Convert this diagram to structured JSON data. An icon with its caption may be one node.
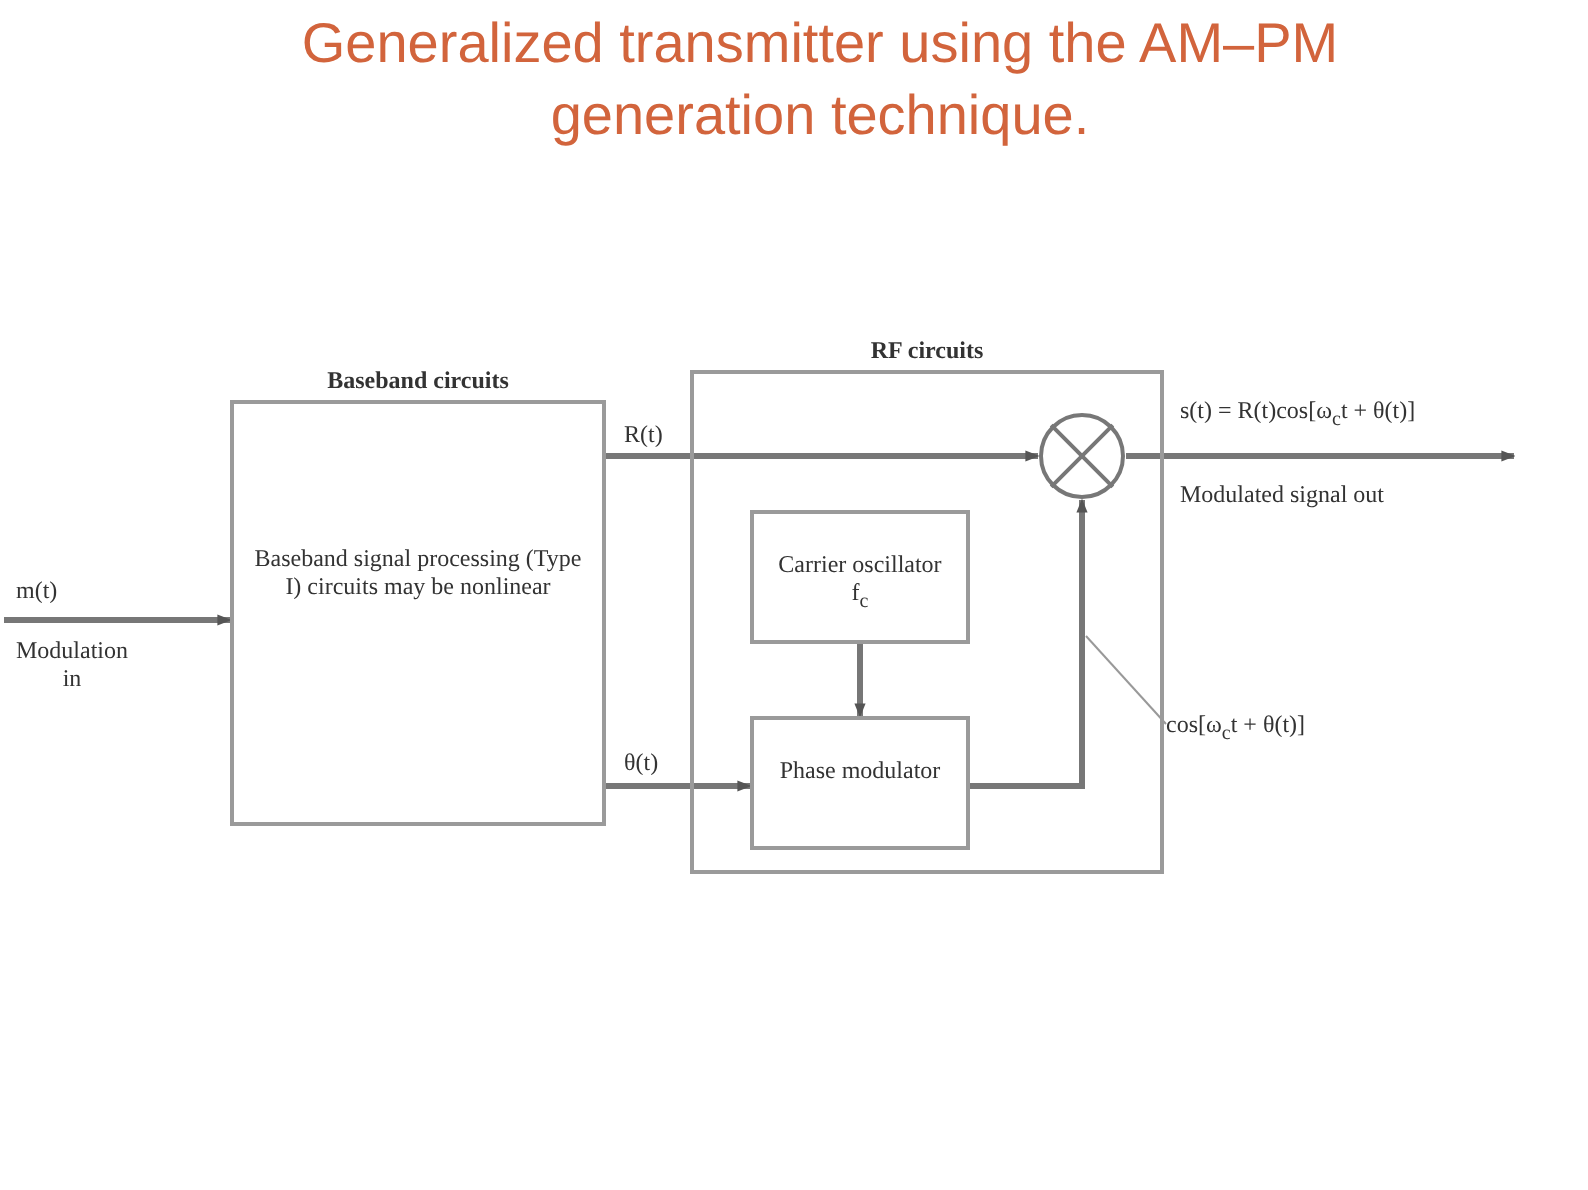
{
  "diagram": {
    "title": "Generalized transmitter using the AM–PM generation technique.",
    "nodes": [
      {
        "text": [
          "Baseband circuits",
          "Baseband signal processing (Type I) circuits may be nonlinear"
        ]
      },
      {
        "text": [
          "RF circuits"
        ]
      },
      {
        "text": [
          "Carrier oscillator f$_{c}$"
        ],
        "in": 1
      },
      {
        "text": [
          "Phase modulator"
        ],
        "in": 1
      },
      {
        "text": [],
        "shape": "circle",
        "in": 1
      },
      {
        "text": [
          "cos[ω$_{c}$t + θ(t)]"
        ]
      }
    ],
    "edges": [
      {
        "from": null,
        "to": 0,
        "arrow": "to",
        "label": "m(t)"
      },
      {
        "from": 0,
        "to": 4,
        "arrow": "to",
        "label": "R(t)"
      },
      {
        "from": 0,
        "to": 3,
        "arrow": "to",
        "label": "θ(t)"
      },
      {
        "from": 2,
        "to": 3,
        "arrow": "to"
      },
      {
        "from": 3,
        "to": 4,
        "arrow": "to"
      },
      {
        "from": 4,
        "to": null,
        "arrow": "to",
        "label": "s(t) = R(t)cos[ω$_{c}$t + θ(t)]"
      },
      {
        "from": 5,
        "to": null,
        "arrow": "none"
      }
    ],
    "labels": [
      "Modulation in",
      "Modulated signal out"
    ]
  }
}
